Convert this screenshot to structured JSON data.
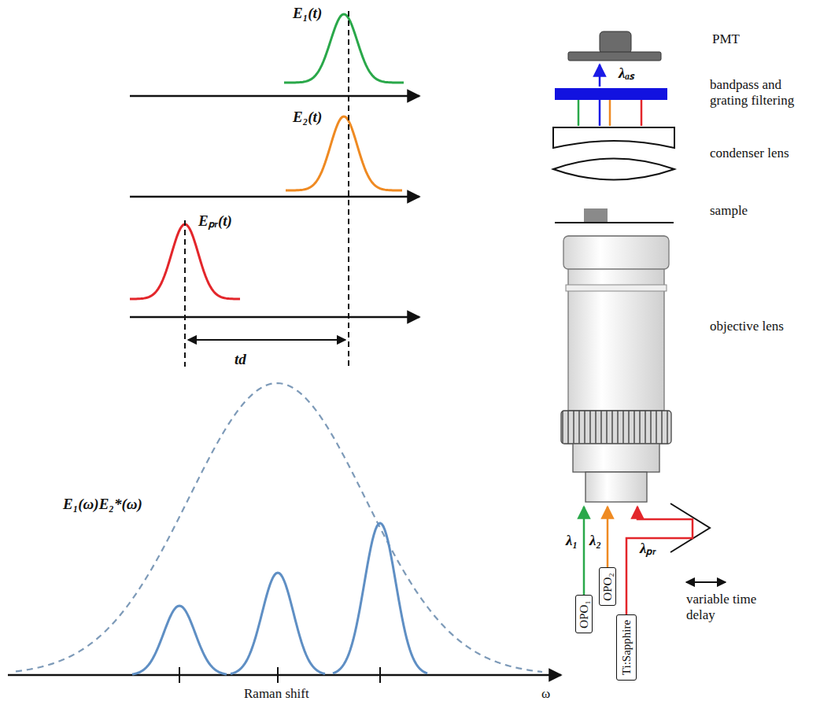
{
  "diagram": {
    "nodes": [
      {
        "text": [
          "OPO₁"
        ]
      },
      {
        "text": [
          "OPO₂"
        ]
      },
      {
        "text": [
          "Ti:Sapphire"
        ]
      }
    ],
    "labels": [
      "E₁(t)",
      "E₂(t)",
      "Eₚᵣ(t)",
      "td",
      "E₁(ω)E₂*(ω)",
      "Raman shift",
      "ω",
      "PMT",
      "λₐₛ",
      "bandpass and grating filtering",
      "condenser lens",
      "sample",
      "objective lens",
      "λ₁",
      "λ₂",
      "λₚᵣ",
      "variable time delay"
    ]
  }
}
